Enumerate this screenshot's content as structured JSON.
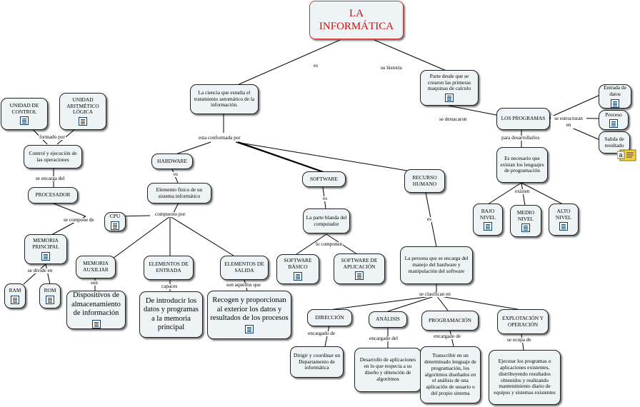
{
  "nodes": {
    "title": "LA INFORMÁTICA",
    "definicion": "La ciencia que estudia el tratamiento automático de la información.",
    "historia": "Parte desde que se crearon las primeras maquinas de calculo",
    "programas": "LOS PROGRAMAS",
    "entrada_datos": "Entrada de datos",
    "proceso": "Proceso",
    "salida_resultado": "Salida de resultado",
    "lenguajes": "Es necesario que existan los lenguajes de programación",
    "bajo_nivel": "BAJO NIVEL",
    "medio_nivel": "MEDIO NIVEL",
    "alto_nivel": "ALTO NIVEL",
    "unidad_control": "UNIDAD DE CONTROL",
    "unidad_alu": "UNIDAD ARITMÉTICO LÓGICA",
    "control_ejecucion": "Control y ejecución de las operaciones",
    "procesador": "PROCESADOR",
    "cpu": "CPU",
    "memoria_principal": "MEMORIA PRINCIPAL",
    "ram": "RAM",
    "rom": "ROM",
    "hardware": "HARDWARE",
    "elemento_fisico": "Elemento físico de un sistema informático",
    "memoria_auxiliar": "MEMORIA AUXILIAR",
    "elementos_entrada": "ELEMENTOS DE ENTRADA",
    "elementos_salida": "ELEMENTOS DE SALIDA",
    "dispositivos": "Dispositivos de almacenamiento de información",
    "introducir": "De introducir los datos y programas a la memoria principal",
    "recogen": "Recogen y proporcionan al exterior los datos y resultados de los procesos",
    "software": "SOFTWARE",
    "parte_blanda": "La parte blanda del computador",
    "software_basico": "SOFTWARE BÁSICO",
    "software_aplicacion": "SOFTWARE DE APLICACIÓN",
    "recurso_humano": "RECURSO HUMANO",
    "persona": "La persona que se encarga del manejo del hardware y manipulación del software",
    "direccion": "DIRECCIÓN",
    "analisis": "ANÁLISIS",
    "programacion": "PROGRAMACIÓN",
    "explotacion": "EXPLOTACIÓN Y OPERACIÓN",
    "dirigir": "Dirigir y coordinar un Departamento de informática",
    "desarrollo": "Desarrollo de aplicaciones en lo que respecta a su diseño y obtención de algoritmos",
    "transcribir": "Transcribir en un determinado lenguaje de programación, los algoritmos diseñados en el análisis de una aplicación de usuario o del propio sistema",
    "ejecutar": "Ejecutar los programas o aplicaciones existentes, distribuyendo resultados obtenidos y realizando mantenimiento diario de equipos y sistemas existentes"
  },
  "links": {
    "es_1": "es",
    "su_historia": "su historia",
    "esta_conformada_por": "esta conformada por",
    "se_destacaron": "se destacaron",
    "se_estructuran_en": "se estructuran en",
    "para_desarrollarlos": "para desarrollarlos",
    "existen": "existen",
    "formado_por": "formado por",
    "se_encarga_del": "se encarga del",
    "se_compone_de": "se compone de",
    "se_divide_en": "se divide en",
    "es_2": "es",
    "compuesto_por": "compuesto por",
    "son": "son",
    "capaces": "capaces",
    "son_aquellos_que": "son aquellos que",
    "es_3": "es",
    "lo_componen": "lo componen",
    "es_4": "es",
    "se_clasifican_en": "se clasifican en",
    "encargado_de": "encargado de",
    "encargado_del": "encargado del",
    "encargado_de_2": "encargado de",
    "se_ocupa_de": "se ocupa de"
  },
  "icons": {
    "resource": "document-icon",
    "note": "note-icon"
  },
  "colors": {
    "node_fill": "#eef3f5",
    "title_text": "#cc1111",
    "highlight_border": "#cc3333",
    "icon_stroke": "#123c66"
  }
}
